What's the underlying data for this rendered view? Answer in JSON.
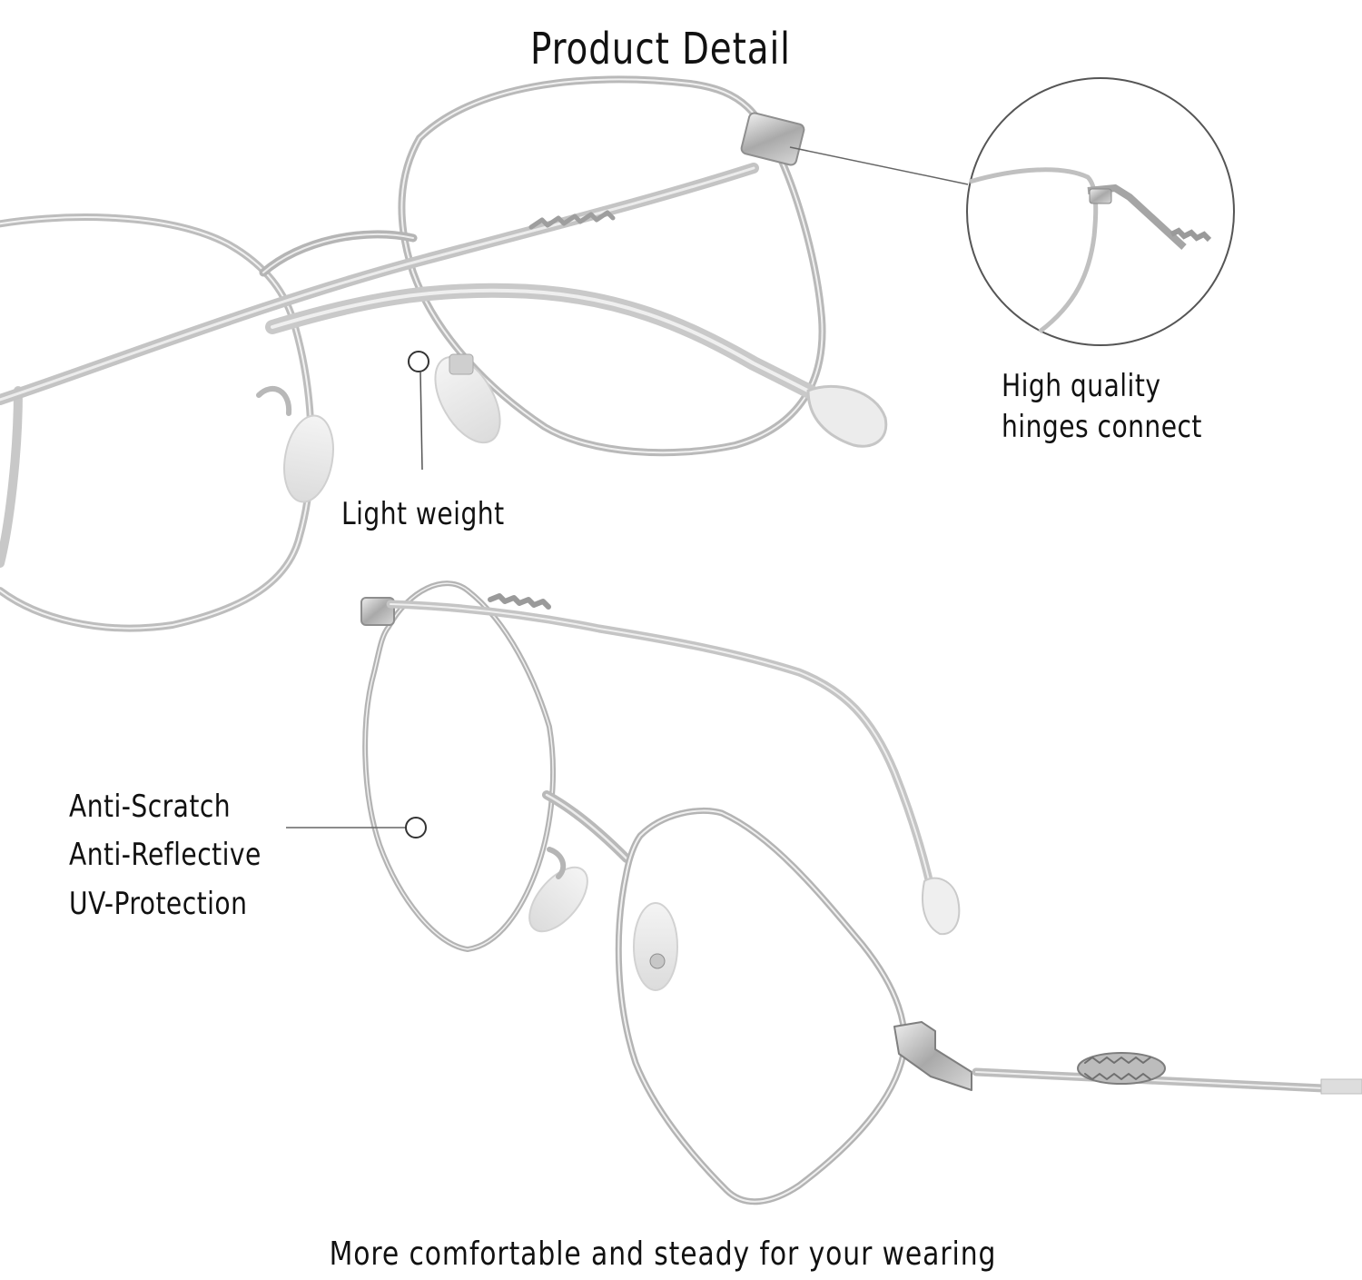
{
  "header": {
    "title": "Product Detail"
  },
  "callouts": {
    "hinges": {
      "lines": [
        "High quality",
        "hinges connect"
      ]
    },
    "light_weight": {
      "label": "Light weight"
    },
    "lens_features": {
      "lines": [
        "Anti-Scratch",
        "Anti-Reflective",
        "UV-Protection"
      ]
    }
  },
  "footer": {
    "tagline": "More comfortable and steady for your wearing"
  },
  "colors": {
    "background": "#ffffff",
    "text": "#111111",
    "frame_silver": "#b8b8b8",
    "frame_highlight": "#e6e6e6",
    "frame_shadow": "#8a8a8a",
    "callout_line": "#555555"
  },
  "icons": {
    "hinge_zoom": "magnifier-circle-icon",
    "marker": "callout-dot-icon"
  }
}
